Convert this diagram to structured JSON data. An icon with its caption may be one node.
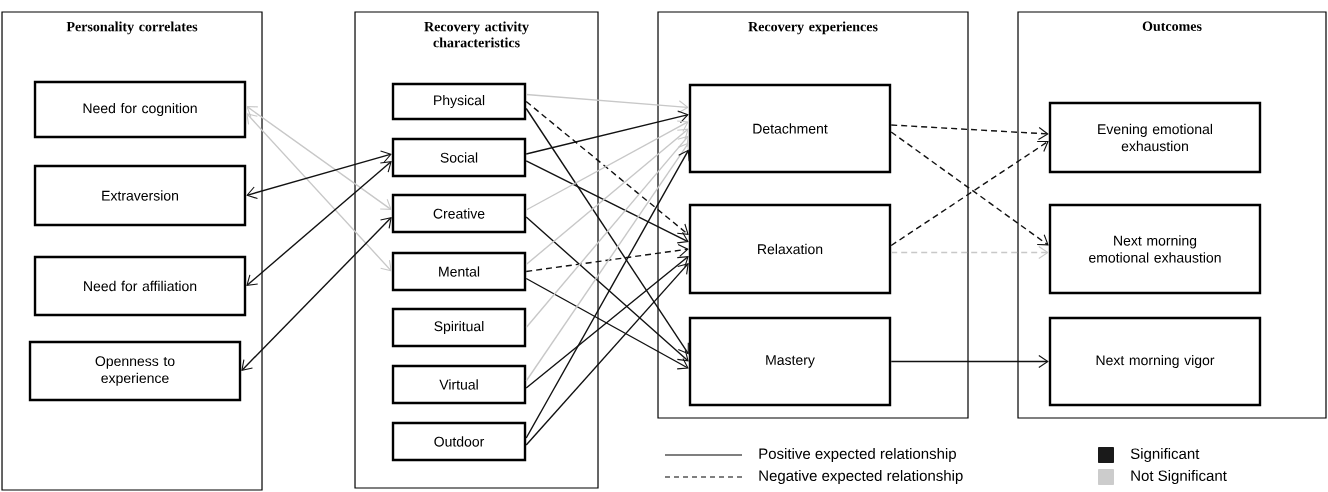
{
  "diagram": {
    "nodes": [
      {
        "text": [
          "Personality correlates"
        ]
      },
      {
        "text": [
          "Need for cognition"
        ],
        "in": 0
      },
      {
        "text": [
          "Extraversion"
        ],
        "in": 0
      },
      {
        "text": [
          "Need for affiliation"
        ],
        "in": 0
      },
      {
        "text": [
          "Openness to experience"
        ],
        "in": 0
      },
      {
        "text": [
          "Recovery activity characteristics"
        ]
      },
      {
        "text": [
          "Physical"
        ],
        "in": 5
      },
      {
        "text": [
          "Social"
        ],
        "in": 5
      },
      {
        "text": [
          "Creative"
        ],
        "in": 5
      },
      {
        "text": [
          "Mental"
        ],
        "in": 5
      },
      {
        "text": [
          "Spiritual"
        ],
        "in": 5
      },
      {
        "text": [
          "Virtual"
        ],
        "in": 5
      },
      {
        "text": [
          "Outdoor"
        ],
        "in": 5
      },
      {
        "text": [
          "Recovery experiences"
        ]
      },
      {
        "text": [
          "Detachment"
        ],
        "in": 13
      },
      {
        "text": [
          "Relaxation"
        ],
        "in": 13
      },
      {
        "text": [
          "Mastery"
        ],
        "in": 13
      },
      {
        "text": [
          "Outcomes"
        ]
      },
      {
        "text": [
          "Evening emotional exhaustion"
        ],
        "in": 17
      },
      {
        "text": [
          "Next morning emotional exhaustion"
        ],
        "in": 17
      },
      {
        "text": [
          "Next morning vigor"
        ],
        "in": 17
      }
    ],
    "edges": [
      {
        "from": 1,
        "to": 8,
        "arrow": "both",
        "color": "#c8c8c8"
      },
      {
        "from": 1,
        "to": 9,
        "arrow": "both",
        "color": "#c8c8c8"
      },
      {
        "from": 2,
        "to": 7,
        "arrow": "both"
      },
      {
        "from": 3,
        "to": 7,
        "arrow": "both"
      },
      {
        "from": 4,
        "to": 8,
        "arrow": "both"
      },
      {
        "from": 6,
        "to": 14,
        "arrow": "to",
        "color": "#c8c8c8"
      },
      {
        "from": 6,
        "to": 15,
        "arrow": "to",
        "style": "dashed"
      },
      {
        "from": 6,
        "to": 16,
        "arrow": "to"
      },
      {
        "from": 7,
        "to": 14,
        "arrow": "to"
      },
      {
        "from": 7,
        "to": 15,
        "arrow": "to"
      },
      {
        "from": 8,
        "to": 14,
        "arrow": "to",
        "color": "#c8c8c8"
      },
      {
        "from": 8,
        "to": 16,
        "arrow": "to"
      },
      {
        "from": 9,
        "to": 14,
        "arrow": "to",
        "color": "#c8c8c8"
      },
      {
        "from": 9,
        "to": 15,
        "arrow": "to",
        "style": "dashed"
      },
      {
        "from": 9,
        "to": 16,
        "arrow": "to"
      },
      {
        "from": 10,
        "to": 14,
        "arrow": "to",
        "color": "#c8c8c8"
      },
      {
        "from": 11,
        "to": 14,
        "arrow": "to",
        "color": "#c8c8c8"
      },
      {
        "from": 11,
        "to": 15,
        "arrow": "to"
      },
      {
        "from": 12,
        "to": 14,
        "arrow": "to"
      },
      {
        "from": 12,
        "to": 15,
        "arrow": "to"
      },
      {
        "from": 14,
        "to": 18,
        "arrow": "to",
        "style": "dashed"
      },
      {
        "from": 14,
        "to": 19,
        "arrow": "to",
        "style": "dashed"
      },
      {
        "from": 15,
        "to": 18,
        "arrow": "to",
        "style": "dashed"
      },
      {
        "from": 15,
        "to": 19,
        "arrow": "to",
        "style": "dashed",
        "color": "#c8c8c8"
      },
      {
        "from": 16,
        "to": 20,
        "arrow": "to"
      }
    ],
    "legend": [
      {
        "text": "Positive expected relationship"
      },
      {
        "text": "Negative expected relationship"
      },
      {
        "text": "Significant",
        "color": "#1a1a1a"
      },
      {
        "text": "Not Significant",
        "color": "#cccccc"
      }
    ]
  }
}
